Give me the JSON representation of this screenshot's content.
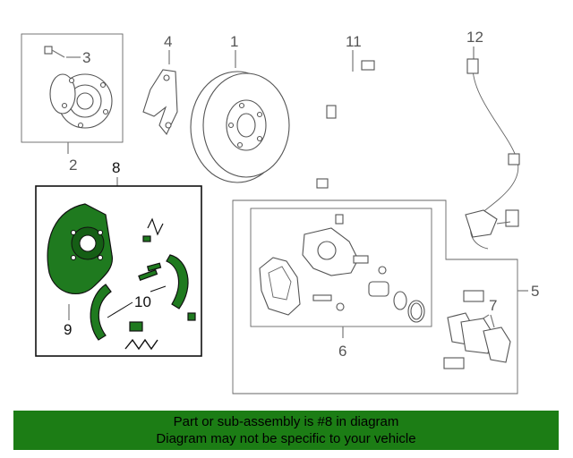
{
  "callouts": {
    "c1": "1",
    "c2": "2",
    "c3": "3",
    "c4": "4",
    "c5": "5",
    "c6": "6",
    "c7": "7",
    "c8": "8",
    "c9": "9",
    "c10": "10",
    "c11": "11",
    "c12": "12"
  },
  "highlighted_part": "8",
  "colors": {
    "highlight": "#1f7a1f",
    "banner": "#1c7d15"
  },
  "banner": {
    "line1": "Part or sub-assembly is #8 in diagram",
    "line2": "Diagram may not be specific to your vehicle"
  }
}
